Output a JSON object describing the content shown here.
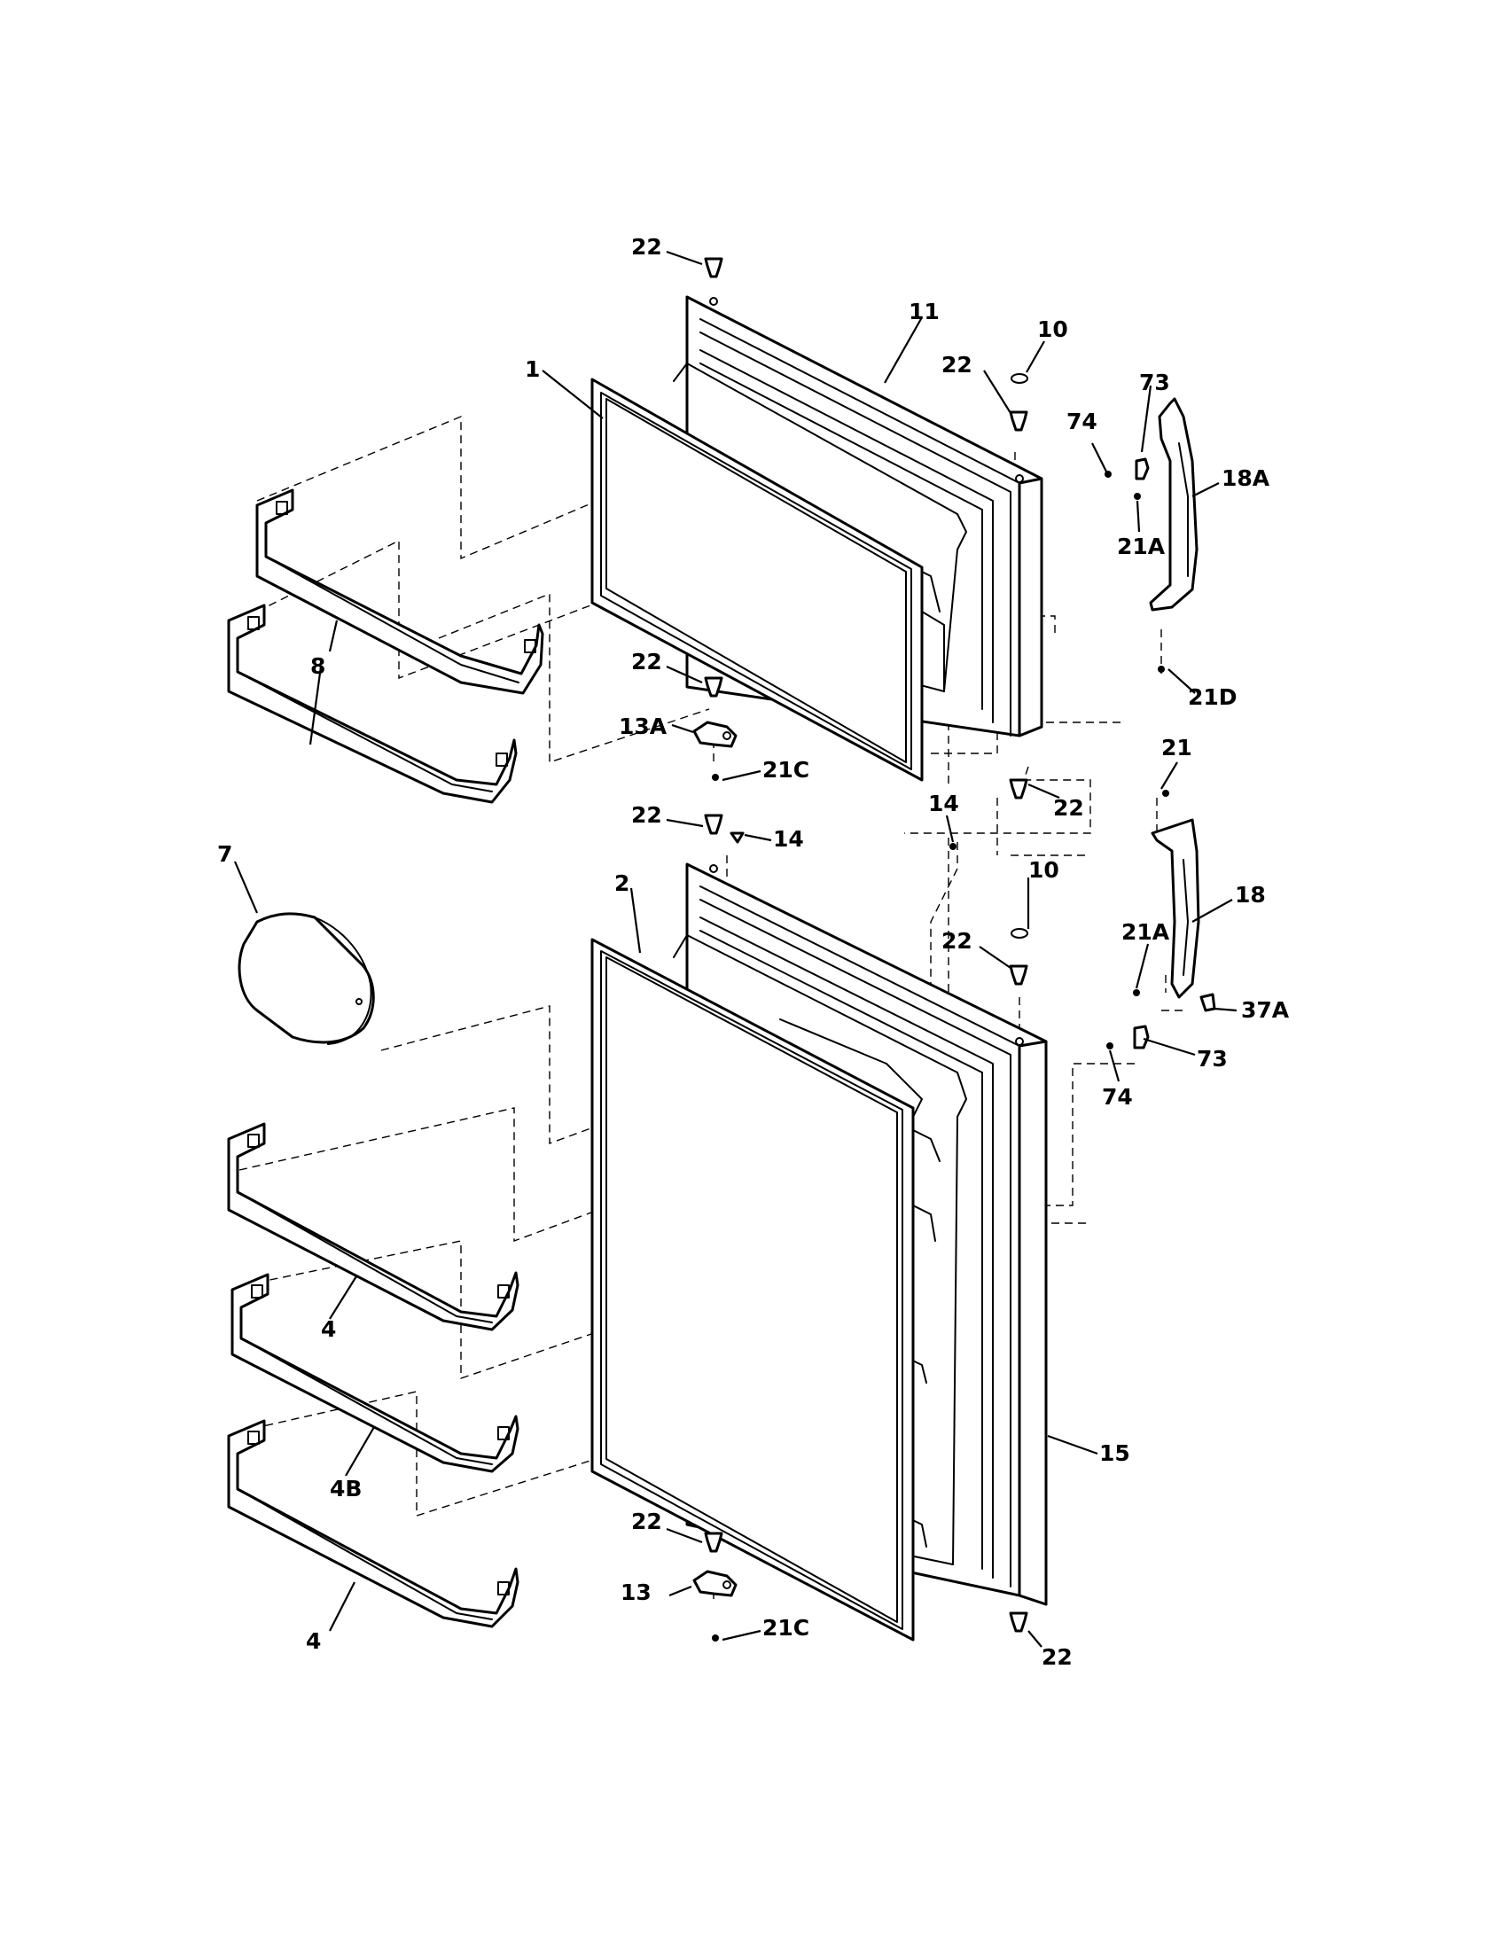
{
  "labels": {
    "p22a": "22",
    "p11": "11",
    "p10a": "10",
    "p22b": "22",
    "p1": "1",
    "p73a": "73",
    "p74a": "74",
    "p18A": "18A",
    "p21Aa": "21A",
    "p8": "8",
    "p22c": "22",
    "p13A": "13A",
    "p21Ca": "21C",
    "p21D": "21D",
    "p21": "21",
    "p22d": "22",
    "p22e": "22",
    "p14a": "14",
    "p14b": "14",
    "p7": "7",
    "p2": "2",
    "p10b": "10",
    "p22f": "22",
    "p18": "18",
    "p21Ab": "21A",
    "p37A": "37A",
    "p73b": "73",
    "p74b": "74",
    "p4a": "4",
    "p15": "15",
    "p4B": "4B",
    "p22g": "22",
    "p13": "13",
    "p21Cb": "21C",
    "p4b": "4",
    "p22h": "22"
  }
}
